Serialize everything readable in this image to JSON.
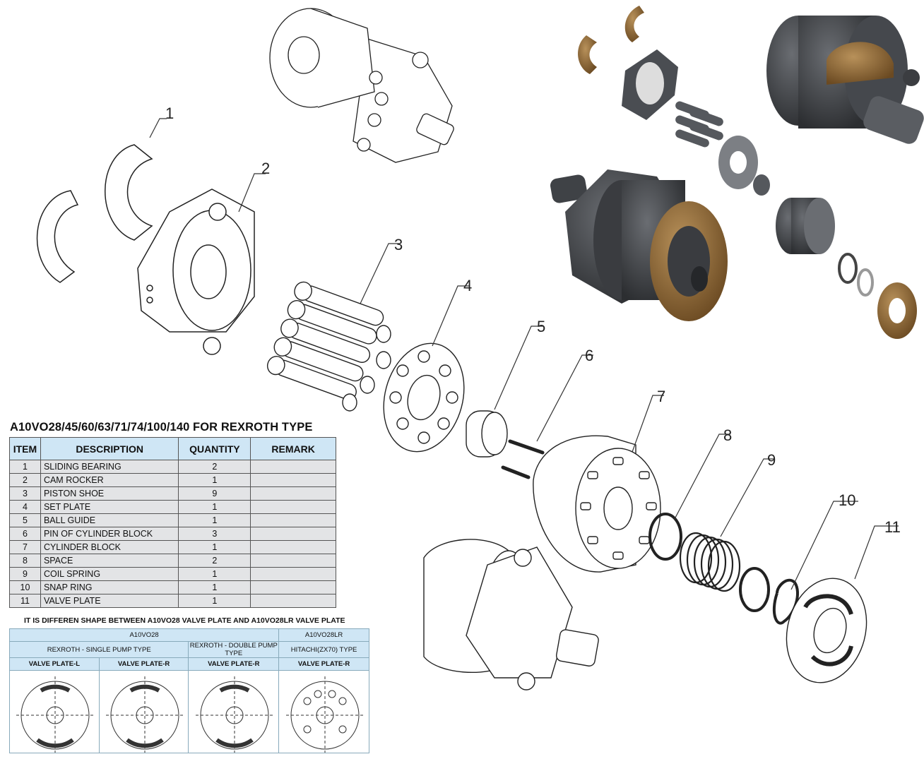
{
  "callouts": [
    "1",
    "2",
    "3",
    "4",
    "5",
    "6",
    "7",
    "8",
    "9",
    "10",
    "11"
  ],
  "table": {
    "title": "A10VO28/45/60/63/71/74/100/140 FOR REXROTH TYPE",
    "headers": {
      "item": "ITEM",
      "description": "DESCRIPTION",
      "quantity": "QUANTITY",
      "remark": "REMARK"
    },
    "rows": [
      {
        "item": "1",
        "description": "SLIDING BEARING",
        "quantity": "2",
        "remark": ""
      },
      {
        "item": "2",
        "description": "CAM ROCKER",
        "quantity": "1",
        "remark": ""
      },
      {
        "item": "3",
        "description": "PISTON SHOE",
        "quantity": "9",
        "remark": ""
      },
      {
        "item": "4",
        "description": "SET PLATE",
        "quantity": "1",
        "remark": ""
      },
      {
        "item": "5",
        "description": "BALL GUIDE",
        "quantity": "1",
        "remark": ""
      },
      {
        "item": "6",
        "description": "PIN OF CYLINDER BLOCK",
        "quantity": "3",
        "remark": ""
      },
      {
        "item": "7",
        "description": "CYLINDER BLOCK",
        "quantity": "1",
        "remark": ""
      },
      {
        "item": "8",
        "description": "SPACE",
        "quantity": "2",
        "remark": ""
      },
      {
        "item": "9",
        "description": "COIL SPRING",
        "quantity": "1",
        "remark": ""
      },
      {
        "item": "10",
        "description": "SNAP RING",
        "quantity": "1",
        "remark": ""
      },
      {
        "item": "11",
        "description": "VALVE PLATE",
        "quantity": "1",
        "remark": ""
      }
    ]
  },
  "note": "IT IS DIFFEREN SHAPE BETWEEN  A10VO28 VALVE PLATE AND A10VO28LR VALVE PLATE",
  "plates": {
    "model_a": "A10VO28",
    "model_b": "A10VO28LR",
    "type_single": "REXROTH - SINGLE PUMP TYPE",
    "type_double": "REXROTH - DOUBLE PUMP TYPE",
    "type_hitachi": "HITACHI(ZX70) TYPE",
    "labels": [
      "VALVE PLATE-L",
      "VALVE PLATE-R",
      "VALVE PLATE-R",
      "VALVE PLATE-R"
    ]
  },
  "colors": {
    "header_blue": "#cfe6f5",
    "row_gray": "#e3e4e6",
    "bronze": "#8a6634",
    "dark_metal": "#3a3c40"
  }
}
